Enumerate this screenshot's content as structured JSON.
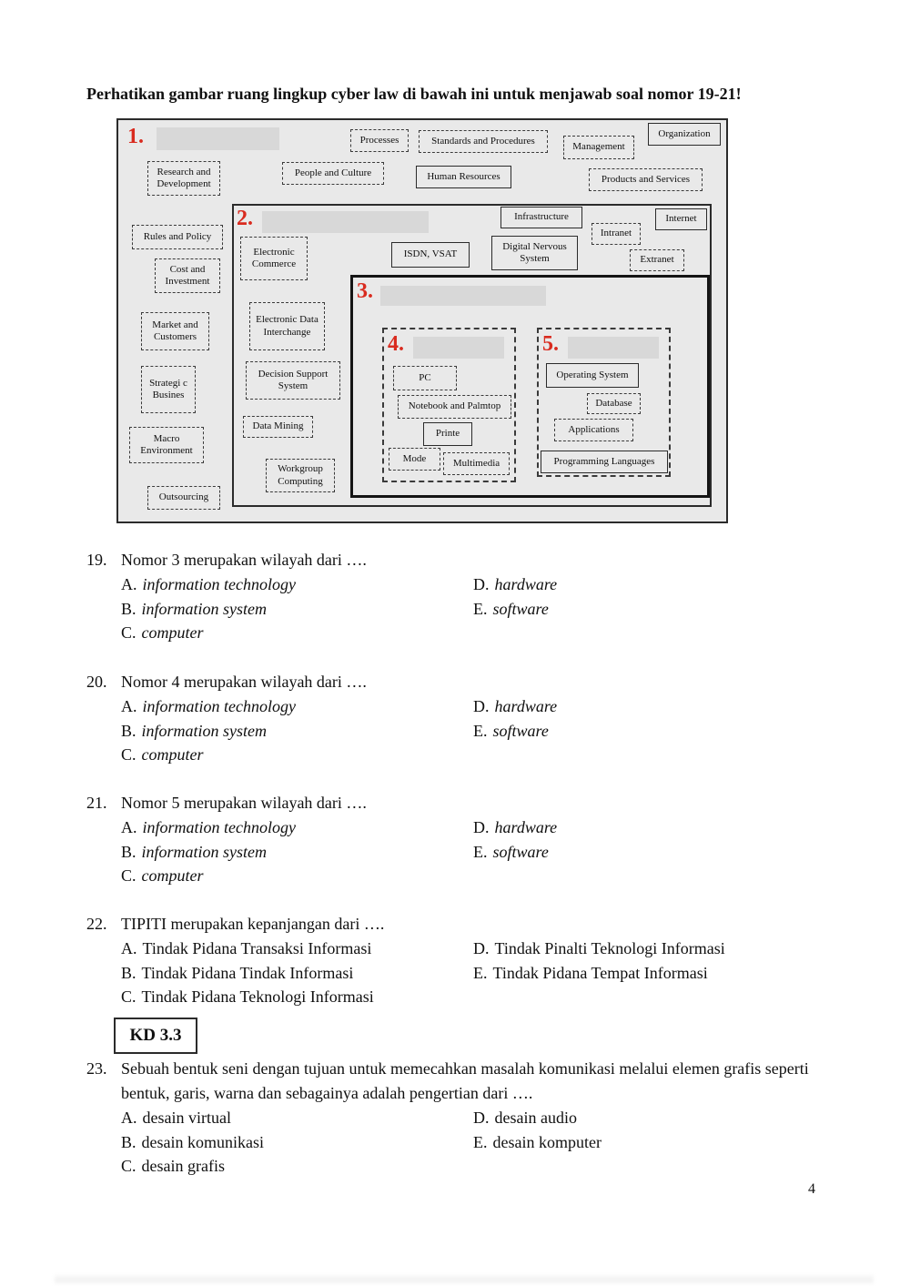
{
  "heading": "Perhatikan gambar ruang lingkup cyber law di bawah ini untuk menjawab soal nomor 19-21!",
  "diagram": {
    "level1": {
      "number": "1.",
      "boxes": [
        "Processes",
        "Standards and Procedures",
        "Management",
        "Organization",
        "Research and Development",
        "People and Culture",
        "Human Resources",
        "Products and Services",
        "Rules and Policy",
        "Cost and Investment",
        "Market and Customers",
        "Strategi c Busines",
        "Macro Environment",
        "Outsourcing"
      ]
    },
    "level2": {
      "number": "2.",
      "boxes": [
        "Infrastructure",
        "Internet",
        "Intranet",
        "Digital Nervous System",
        "ISDN, VSAT",
        "Extranet",
        "Electronic Commerce",
        "Electronic Data Interchange",
        "Decision Support System",
        "Data Mining",
        "Workgroup Computing"
      ]
    },
    "level3": {
      "number": "3."
    },
    "level4": {
      "number": "4.",
      "boxes": [
        "PC",
        "Notebook and Palmtop",
        "Printe",
        "Mode",
        "Multimedia"
      ]
    },
    "level5": {
      "number": "5.",
      "boxes": [
        "Operating System",
        "Database",
        "Applications",
        "Programming Languages"
      ]
    },
    "accent_red": "#d92b1f",
    "background_gray": "#e9e9e9",
    "redaction_gray": "#d8d8d8"
  },
  "questions": [
    {
      "number": "19.",
      "stem": "Nomor 3 merupakan wilayah dari ….",
      "options": [
        {
          "letter": "A.",
          "text": "information technology"
        },
        {
          "letter": "B.",
          "text": "information system"
        },
        {
          "letter": "C.",
          "text": "computer"
        },
        {
          "letter": "D.",
          "text": "hardware"
        },
        {
          "letter": "E.",
          "text": "software"
        }
      ]
    },
    {
      "number": "20.",
      "stem": "Nomor 4 merupakan wilayah dari ….",
      "options": [
        {
          "letter": "A.",
          "text": "information technology"
        },
        {
          "letter": "B.",
          "text": "information system"
        },
        {
          "letter": "C.",
          "text": "computer"
        },
        {
          "letter": "D.",
          "text": "hardware"
        },
        {
          "letter": "E.",
          "text": "software"
        }
      ]
    },
    {
      "number": "21.",
      "stem": "Nomor 5 merupakan wilayah dari ….",
      "options": [
        {
          "letter": "A.",
          "text": "information technology"
        },
        {
          "letter": "B.",
          "text": "information system"
        },
        {
          "letter": "C.",
          "text": "computer"
        },
        {
          "letter": "D.",
          "text": "hardware"
        },
        {
          "letter": "E.",
          "text": "software"
        }
      ]
    },
    {
      "number": "22.",
      "stem": "TIPITI merupakan kepanjangan dari ….",
      "options": [
        {
          "letter": "A.",
          "text": "Tindak Pidana Transaksi Informasi"
        },
        {
          "letter": "B.",
          "text": "Tindak Pidana Tindak Informasi"
        },
        {
          "letter": "C.",
          "text": "Tindak Pidana Teknologi Informasi"
        },
        {
          "letter": "D.",
          "text": "Tindak Pinalti Teknologi Informasi"
        },
        {
          "letter": "E.",
          "text": "Tindak Pidana Tempat Informasi"
        }
      ]
    },
    {
      "number": "23.",
      "stem": "Sebuah bentuk seni dengan tujuan untuk memecahkan masalah komunikasi melalui elemen grafis seperti bentuk, garis, warna dan sebagainya adalah pengertian dari ….",
      "options": [
        {
          "letter": "A.",
          "text": "desain virtual"
        },
        {
          "letter": "B.",
          "text": "desain komunikasi"
        },
        {
          "letter": "C.",
          "text": "desain grafis"
        },
        {
          "letter": "D.",
          "text": "desain audio"
        },
        {
          "letter": "E.",
          "text": "desain komputer"
        }
      ]
    }
  ],
  "kd_badge": "KD 3.3",
  "page_number": "4"
}
